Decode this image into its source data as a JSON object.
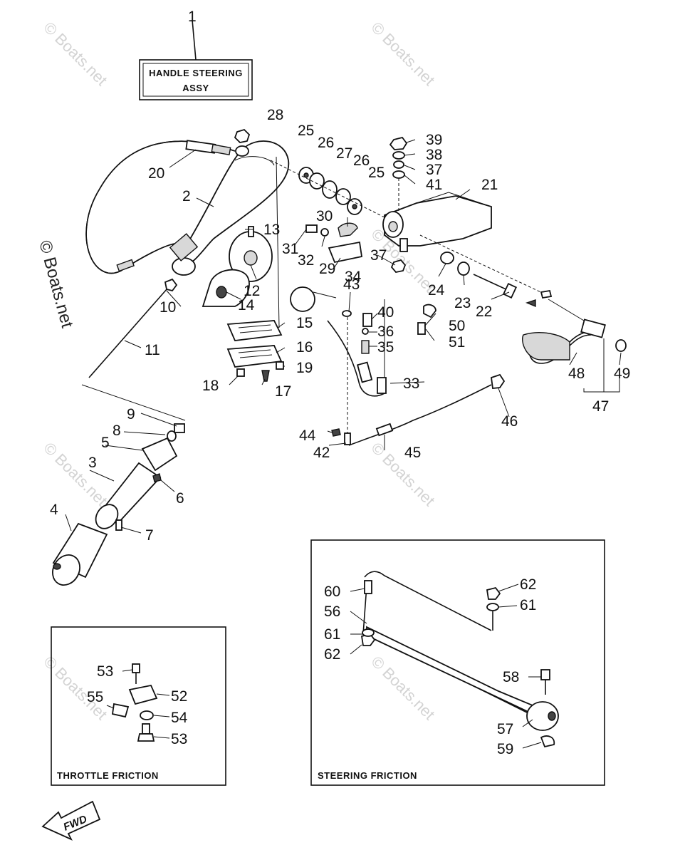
{
  "title_box": {
    "line1": "HANDLE STEERING",
    "line2": "ASSY"
  },
  "insets": {
    "throttle": {
      "title": "THROTTLE FRICTION"
    },
    "steering": {
      "title": "STEERING FRICTION"
    }
  },
  "fwd_label": "FWD",
  "watermark": "© Boats.net",
  "labels": {
    "p1": "1",
    "p2": "2",
    "p3": "3",
    "p4": "4",
    "p5": "5",
    "p6": "6",
    "p7": "7",
    "p8": "8",
    "p9": "9",
    "p10": "10",
    "p11": "11",
    "p12": "12",
    "p13": "13",
    "p14": "14",
    "p15": "15",
    "p16": "16",
    "p17": "17",
    "p18": "18",
    "p19": "19",
    "p20": "20",
    "p21": "21",
    "p22": "22",
    "p23": "23",
    "p24": "24",
    "p25a": "25",
    "p25b": "25",
    "p26a": "26",
    "p26b": "26",
    "p27": "27",
    "p28": "28",
    "p29": "29",
    "p30": "30",
    "p31": "31",
    "p32": "32",
    "p33": "33",
    "p34": "34",
    "p35": "35",
    "p36": "36",
    "p37a": "37",
    "p37b": "37",
    "p38": "38",
    "p39": "39",
    "p40": "40",
    "p41": "41",
    "p42": "42",
    "p43": "43",
    "p44": "44",
    "p45": "45",
    "p46": "46",
    "p47": "47",
    "p48": "48",
    "p49": "49",
    "p50": "50",
    "p51": "51",
    "p52": "52",
    "p53a": "53",
    "p53b": "53",
    "p54": "54",
    "p55": "55",
    "p56": "56",
    "p57": "57",
    "p58": "58",
    "p59": "59",
    "p60": "60",
    "p61a": "61",
    "p61b": "61",
    "p62a": "62",
    "p62b": "62"
  }
}
